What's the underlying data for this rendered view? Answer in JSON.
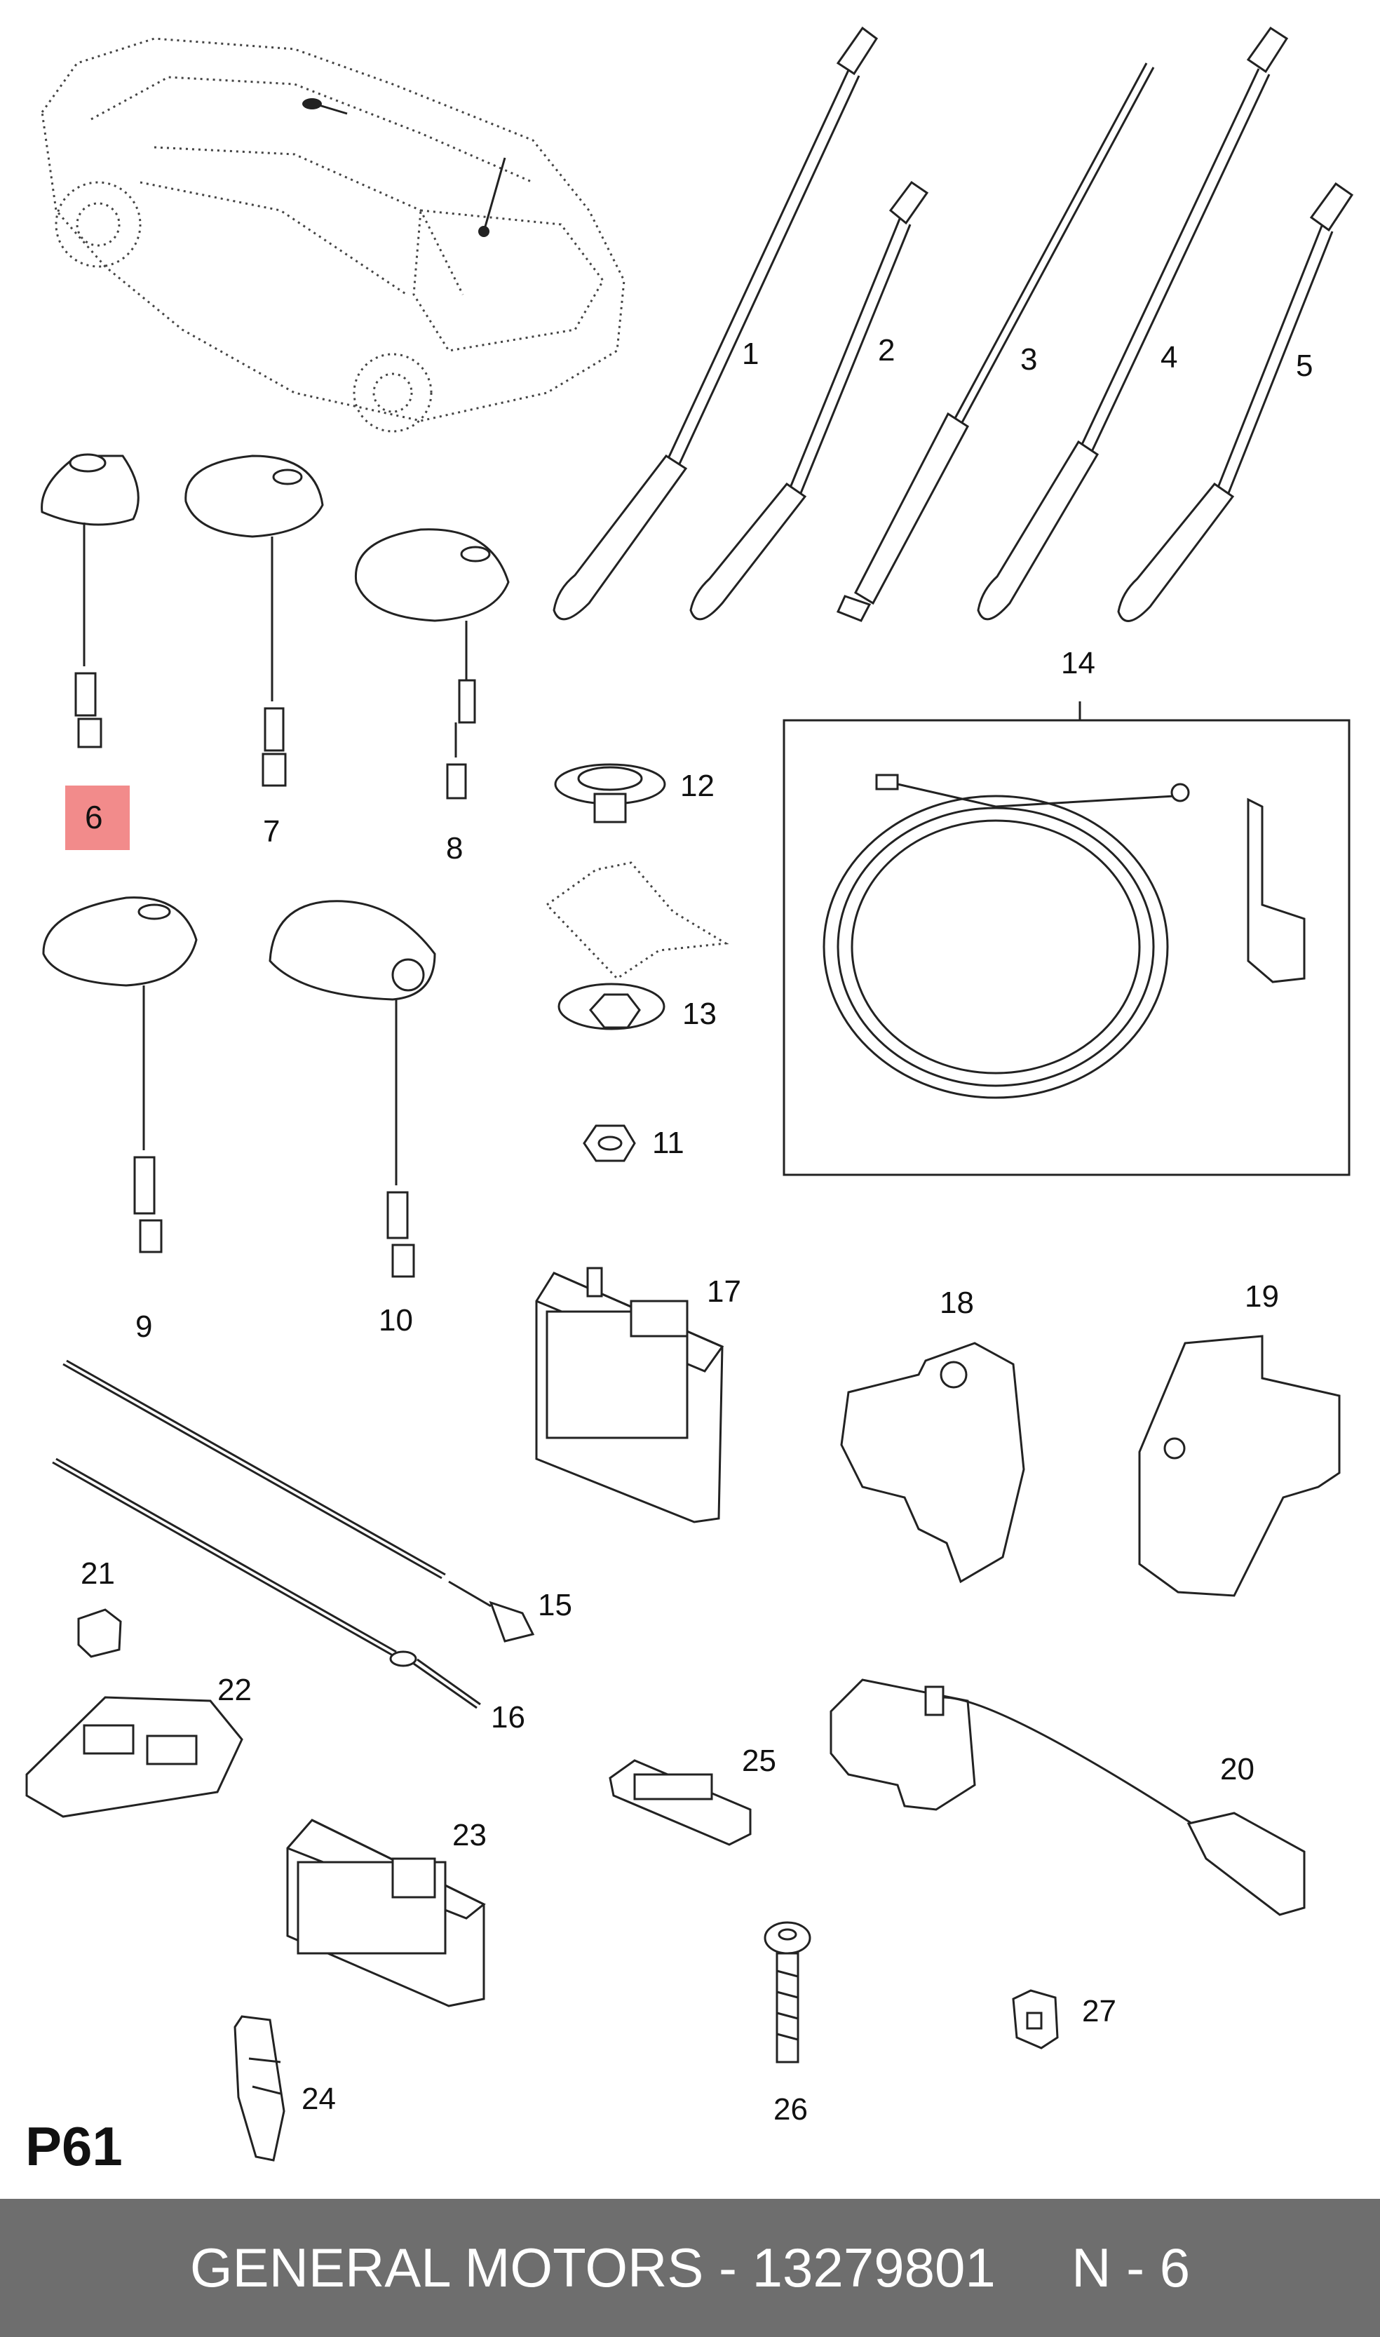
{
  "diagram": {
    "page_code": "P61",
    "highlight_color": "#f28b8b",
    "footer_color": "#6e6e6e",
    "callouts": [
      {
        "id": "c1",
        "label": "1"
      },
      {
        "id": "c2",
        "label": "2"
      },
      {
        "id": "c3",
        "label": "3"
      },
      {
        "id": "c4",
        "label": "4"
      },
      {
        "id": "c5",
        "label": "5"
      },
      {
        "id": "c6",
        "label": "6",
        "highlighted": true
      },
      {
        "id": "c7",
        "label": "7"
      },
      {
        "id": "c8",
        "label": "8"
      },
      {
        "id": "c9",
        "label": "9"
      },
      {
        "id": "c10",
        "label": "10"
      },
      {
        "id": "c11",
        "label": "11"
      },
      {
        "id": "c12",
        "label": "12"
      },
      {
        "id": "c13",
        "label": "13"
      },
      {
        "id": "c14",
        "label": "14"
      },
      {
        "id": "c15",
        "label": "15"
      },
      {
        "id": "c16",
        "label": "16"
      },
      {
        "id": "c17",
        "label": "17"
      },
      {
        "id": "c18",
        "label": "18"
      },
      {
        "id": "c19",
        "label": "19"
      },
      {
        "id": "c20",
        "label": "20"
      },
      {
        "id": "c21",
        "label": "21"
      },
      {
        "id": "c22",
        "label": "22"
      },
      {
        "id": "c23",
        "label": "23"
      },
      {
        "id": "c24",
        "label": "24"
      },
      {
        "id": "c25",
        "label": "25"
      },
      {
        "id": "c26",
        "label": "26"
      },
      {
        "id": "c27",
        "label": "27"
      }
    ]
  },
  "footer": {
    "text": "GENERAL MOTORS - 13279801     N - 6"
  }
}
